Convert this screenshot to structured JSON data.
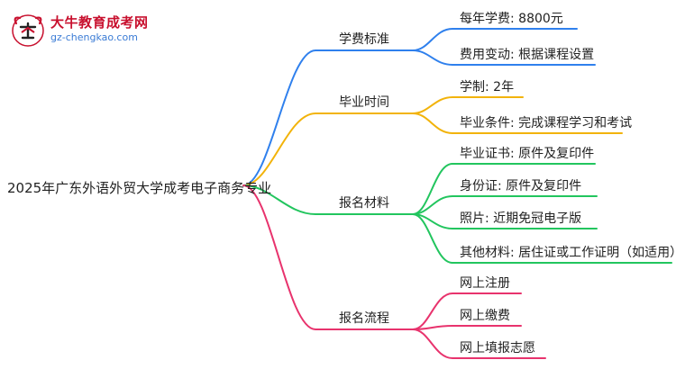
{
  "logo": {
    "title": "大牛教育成考网",
    "url": "gz-chengkao.com"
  },
  "root": {
    "label": "2025年广东外语外贸大学成考电子商务专业"
  },
  "branches": [
    {
      "label": "学费标准",
      "color": "#2f80ed",
      "leaves": [
        "每年学费: 8800元",
        "费用变动: 根据课程设置"
      ]
    },
    {
      "label": "毕业时间",
      "color": "#f2b30a",
      "leaves": [
        "学制: 2年",
        "毕业条件: 完成课程学习和考试"
      ]
    },
    {
      "label": "报名材料",
      "color": "#22c55e",
      "leaves": [
        "毕业证书: 原件及复印件",
        "身份证: 原件及复印件",
        "照片: 近期免冠电子版",
        "其他材料: 居住证或工作证明（如适用）"
      ]
    },
    {
      "label": "报名流程",
      "color": "#e8336d",
      "leaves": [
        "网上注册",
        "网上缴费",
        "网上填报志愿"
      ]
    }
  ]
}
